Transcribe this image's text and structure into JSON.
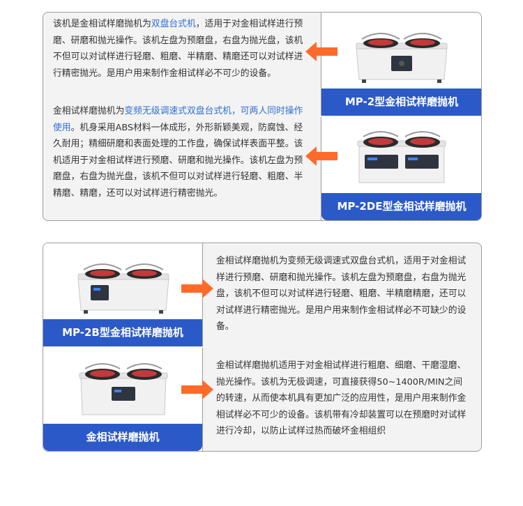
{
  "panel1": {
    "para1": {
      "pre": "该机是金相试样磨抛机为",
      "highlight": "双盘台式机",
      "post": "，适用于对金相试样进行预磨、研磨和抛光操作。该机左盘为预磨盘，右盘为抛光盘，该机不但可以对试样进行轻磨、粗磨、半精磨、精磨还可以对试样进行精密抛光。是用户用来制作金相试样必不可少的设备。"
    },
    "para2": {
      "pre": "金相试样磨抛机为",
      "highlight1": "变频无级调速式双盘台式机",
      "mid": "，",
      "highlight2": "可两人同时操作使用",
      "post": "。机身采用ABS材料一体成形，外形新颖美观，防腐蚀、经久耐用；精细研磨和表面处理的工作盘，确保试样表面平整。该机适用于对金相试样进行预磨、研磨和抛光操作。该机左盘为预磨盘，右盘为抛光盘，该机不但可以对试样进行轻磨、粗磨、半精磨、精磨，还可以对试样进行精密抛光。"
    },
    "card1_caption": "MP-2型金相试样磨抛机",
    "card2_caption": "MP-2DE型金相试样磨抛机"
  },
  "panel2": {
    "para1": "金相试样磨抛机为变频无级调速式双盘台式机，适用于对金相试样进行预磨、研磨和抛光操作。该机左盘为预磨盘，右盘为抛光盘，该机不但可以对试样进行轻磨、粗磨、半精磨精磨，还可以对试样进行精密抛光。是用户用来制作金相试样必不可缺少的设备。",
    "para2": "金相试样磨抛机适用于对金相试样进行粗磨、细磨、干磨湿磨、抛光操作。该机为无极调速，可直接获得50~1400R/MIN之间的转速，从而使本机具有更加广泛的应用性，是用户用来制作金相试样必不可少的设备。该机带有冷却装置可以在预磨时对试样进行冷却，以防止试样过热而破坏金相组织",
    "card1_caption": "MP-2B型金相试样磨抛机",
    "card2_caption": "金相试样磨抛机"
  },
  "icons": {
    "arrow": "right-arrow-icon",
    "accent": "#2b5ac8",
    "arrow_color": "#ff6a2a"
  }
}
